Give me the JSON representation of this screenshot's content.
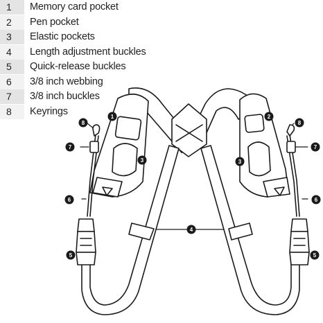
{
  "legend": [
    {
      "number": "1",
      "label": "Memory card pocket"
    },
    {
      "number": "2",
      "label": "Pen pocket"
    },
    {
      "number": "3",
      "label": "Elastic pockets"
    },
    {
      "number": "4",
      "label": "Length adjustment buckles"
    },
    {
      "number": "5",
      "label": "Quick-release buckles"
    },
    {
      "number": "6",
      "label": "3/8 inch webbing"
    },
    {
      "number": "7",
      "label": "3/8 inch buckles"
    },
    {
      "number": "8",
      "label": "Keyrings"
    }
  ],
  "callouts": {
    "c1": "1",
    "c2": "2",
    "c3_left": "3",
    "c3_right": "3",
    "c4": "4",
    "c5_left": "5",
    "c5_right": "5",
    "c6_left": "6",
    "c6_right": "6",
    "c7_left": "7",
    "c7_right": "7",
    "c8_left": "8",
    "c8_right": "8"
  },
  "colors": {
    "stroke": "#1a1a1a",
    "fill": "#ffffff",
    "callout": "#1a1a1a"
  }
}
